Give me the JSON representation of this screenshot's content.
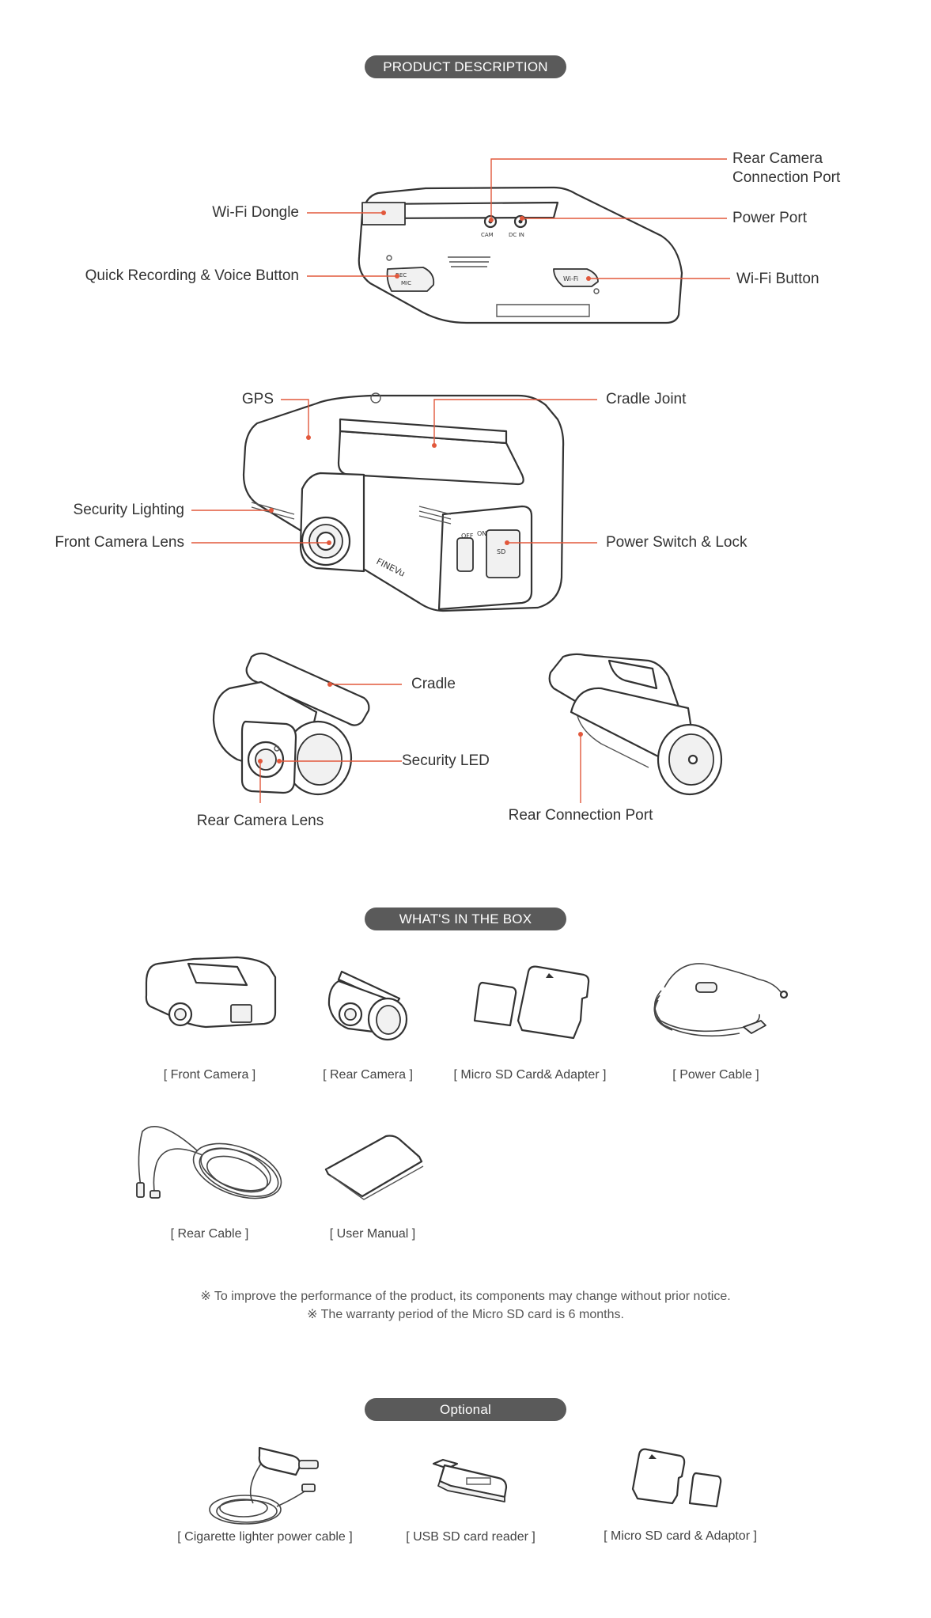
{
  "sections": {
    "product_description": "PRODUCT DESCRIPTION",
    "whats_in_box": "WHAT'S IN THE BOX",
    "optional": "Optional"
  },
  "top_view_labels": {
    "wifi_dongle": "Wi-Fi Dongle",
    "quick_recording": "Quick Recording & Voice Button",
    "rear_camera_port_line1": "Rear Camera",
    "rear_camera_port_line2": "Connection Port",
    "power_port": "Power Port",
    "wifi_button": "Wi-Fi Button",
    "port_cam": "CAM",
    "port_dcin": "DC IN",
    "btn_rec": "REC",
    "btn_mic": "MIC",
    "btn_wifi": "Wi-Fi"
  },
  "front_view_labels": {
    "gps": "GPS",
    "cradle_joint": "Cradle Joint",
    "security_lighting": "Security Lighting",
    "front_camera_lens": "Front Camera Lens",
    "power_switch": "Power Switch & Lock",
    "brand": "FINEVu",
    "switch_off": "OFF",
    "switch_on": "ON",
    "sd": "SD"
  },
  "rear_view_labels": {
    "cradle": "Cradle",
    "security_led": "Security LED",
    "rear_camera_lens": "Rear Camera Lens",
    "rear_connection_port": "Rear Connection Port"
  },
  "box_items": [
    {
      "caption": "[ Front Camera ]",
      "icon": "front-camera-icon"
    },
    {
      "caption": "[ Rear Camera ]",
      "icon": "rear-camera-icon"
    },
    {
      "caption": "[ Micro SD Card& Adapter ]",
      "icon": "sd-card-icon"
    },
    {
      "caption": "[ Power Cable ]",
      "icon": "power-cable-icon"
    },
    {
      "caption": "[ Rear Cable ]",
      "icon": "rear-cable-icon"
    },
    {
      "caption": "[ User Manual ]",
      "icon": "manual-icon"
    }
  ],
  "notes": [
    "※ To improve the performance of the product, its components may change without prior notice.",
    "※ The warranty period of the Micro SD card is 6 months."
  ],
  "optional_items": [
    {
      "caption": "[  Cigarette lighter power cable ]",
      "icon": "cigarette-cable-icon"
    },
    {
      "caption": "[  USB SD card reader ]",
      "icon": "usb-reader-icon"
    },
    {
      "caption": "[  Micro SD card & Adaptor  ]",
      "icon": "sd-adaptor-icon"
    }
  ],
  "colors": {
    "accent": "#e2583c",
    "pill": "#5a5a5a",
    "outline": "#333333"
  }
}
